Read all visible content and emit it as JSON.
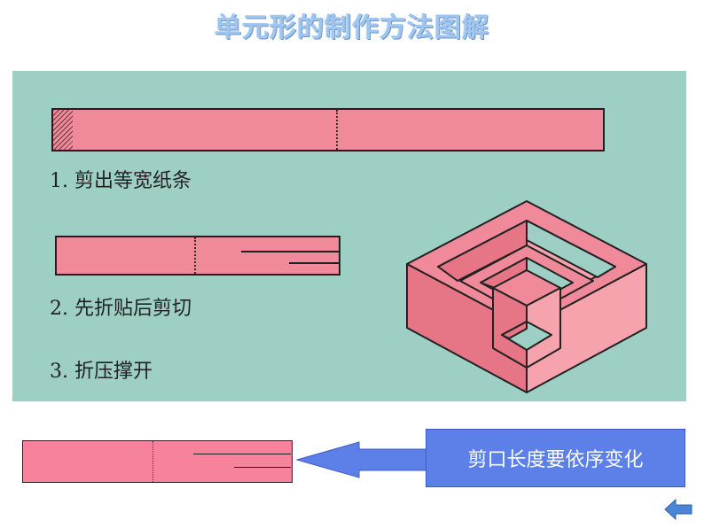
{
  "title": "单元形的制作方法图解",
  "steps": [
    {
      "label": "1. 剪出等宽纸条"
    },
    {
      "label": "2. 先折贴后剪切"
    },
    {
      "label": "3. 折压撑开"
    }
  ],
  "callout": {
    "text": "剪口长度要依序变化"
  },
  "colors": {
    "panel": "#9dcfc5",
    "strip": "#f08a9a",
    "callout": "#5d7fe8",
    "title": "#9fc6f0"
  },
  "icons": {
    "back": "back-arrow-icon"
  }
}
